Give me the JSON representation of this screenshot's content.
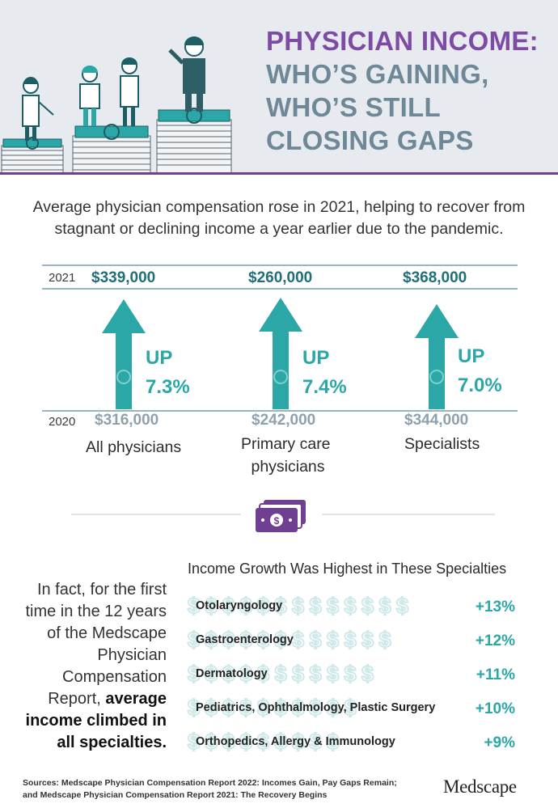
{
  "header": {
    "title_lines": [
      "PHYSICIAN INCOME:",
      "WHO’S GAINING,",
      "WHO’S STILL",
      "CLOSING GAPS"
    ],
    "colors": {
      "purple": "#7e4ba4",
      "slate": "#6e8898",
      "teal": "#2aa7a6",
      "dark_teal": "#1f6f78",
      "background": "#e7eaee"
    }
  },
  "intro": "Average physician compensation rose in 2021, helping to recover from stagnant or declining income a year earlier due to the pandemic.",
  "fact": {
    "text": "In fact, for the first time in the 12 years of the Medscape Physician Compensation Report,",
    "bold": "average income climbed in all specialties."
  },
  "chart_data": [
    {
      "type": "bar",
      "year_labels": [
        "2021",
        "2020"
      ],
      "categories": [
        "All physicians",
        "Primary care physicians",
        "Specialists"
      ],
      "values_2021": [
        "$339,000",
        "$260,000",
        "$368,000"
      ],
      "values_2020": [
        "$316,000",
        "$242,000",
        "$344,000"
      ],
      "change_word": "UP",
      "changes": [
        "7.3%",
        "7.4%",
        "7.0%"
      ],
      "change_numeric": [
        7.3,
        7.4,
        7.0
      ]
    },
    {
      "type": "bar",
      "title": "Income Growth Was Highest in These Specialties",
      "categories": [
        "Otolaryngology",
        "Gastroenterology",
        "Dermatology",
        "Pediatrics, Ophthalmology, Plastic Surgery",
        "Orthopedics, Allergy & Immunology"
      ],
      "labels": [
        "+13%",
        "+12%",
        "+11%",
        "+10%",
        "+9%"
      ],
      "values": [
        13,
        12,
        11,
        10,
        9
      ],
      "symbol": "$"
    }
  ],
  "footer": {
    "sources_line1": "Sources: Medscape Physician Compensation Report 2022: Incomes Gain, Pay Gaps Remain;",
    "sources_line2": "and Medscape Physician Compensation Report 2021: The Recovery Begins",
    "brand": "Medscape"
  }
}
